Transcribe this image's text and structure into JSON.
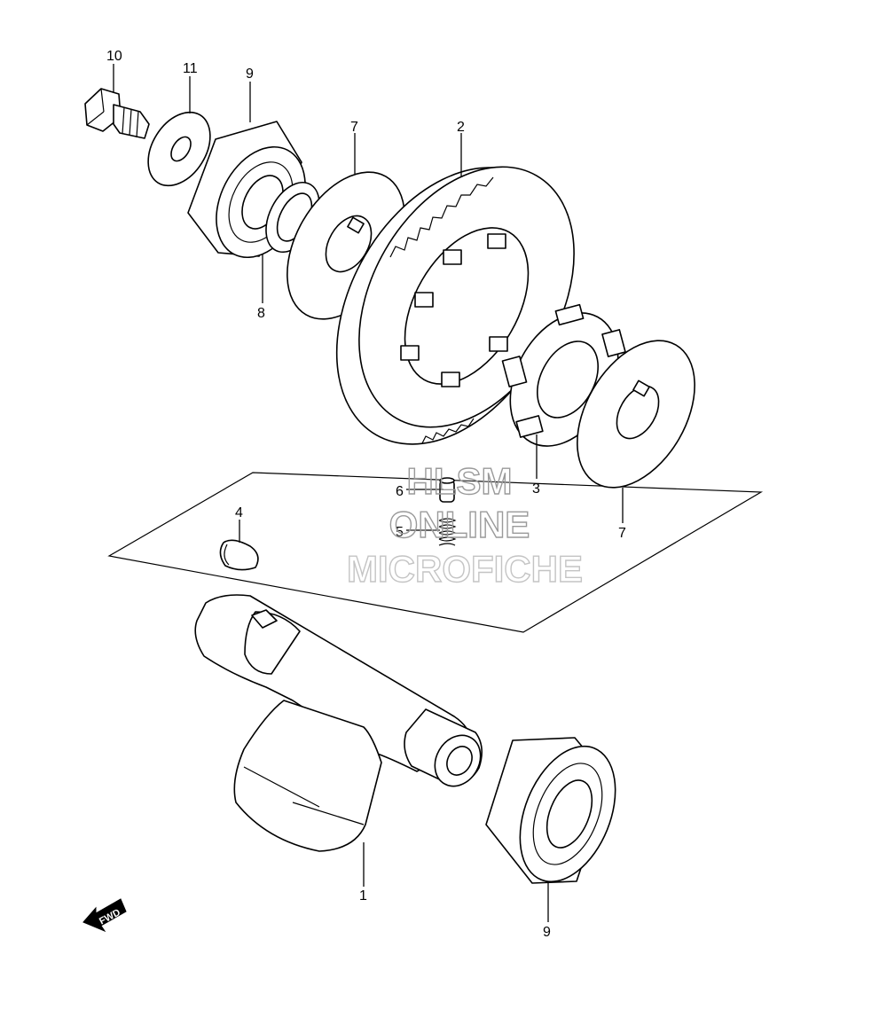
{
  "callouts": [
    {
      "id": "c10",
      "label": "10"
    },
    {
      "id": "c11",
      "label": "11"
    },
    {
      "id": "c9a",
      "label": "9"
    },
    {
      "id": "c7a",
      "label": "7"
    },
    {
      "id": "c2",
      "label": "2"
    },
    {
      "id": "c8",
      "label": "8"
    },
    {
      "id": "c6",
      "label": "6"
    },
    {
      "id": "c5",
      "label": "5"
    },
    {
      "id": "c3",
      "label": "3"
    },
    {
      "id": "c7b",
      "label": "7"
    },
    {
      "id": "c4",
      "label": "4"
    },
    {
      "id": "c1",
      "label": "1"
    },
    {
      "id": "c9b",
      "label": "9"
    }
  ],
  "watermark": {
    "line1": "HLSM",
    "line2": "ONLINE",
    "line3": "MICROFICHE"
  },
  "direction_badge": {
    "label": "FWD",
    "icon": "fwd-arrow-icon"
  },
  "colors": {
    "line": "#000000",
    "background": "#ffffff",
    "watermark": "#9a9a9a"
  }
}
